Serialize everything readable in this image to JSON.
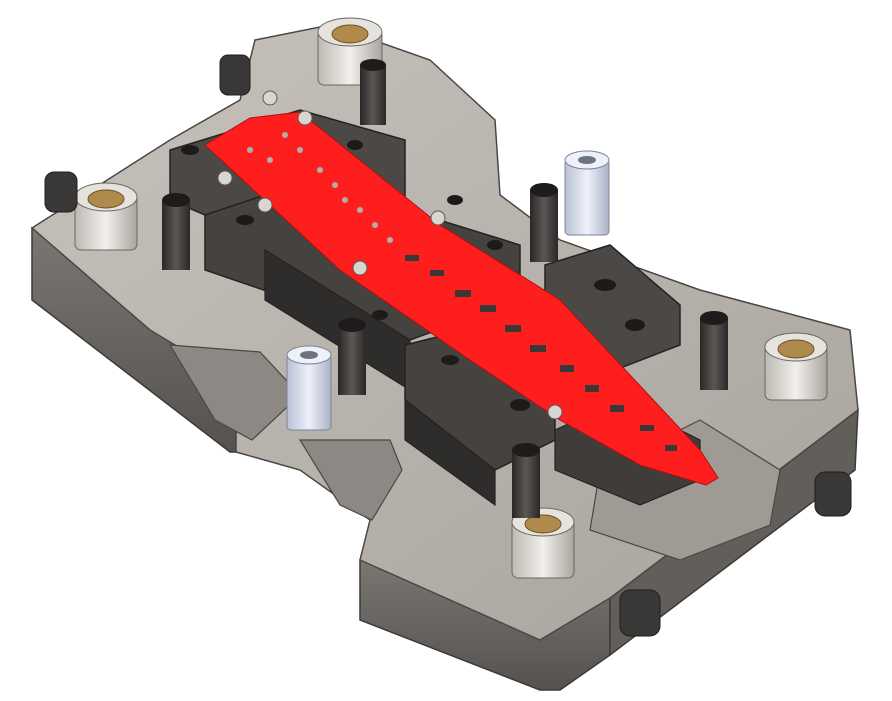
{
  "scene": {
    "subject": "progressive-stamping-die-assembly",
    "colors": {
      "background": "#ffffff",
      "plate_top": "#b9b4ae",
      "plate_side": "#6f6b67",
      "plate_edge": "#4a4744",
      "block_top": "#4b4846",
      "block_side": "#2f2d2c",
      "strip": "#ff1e1e",
      "strip_dark": "#c80f0f",
      "bushing_brass": "#b08a4a",
      "bushing_ring": "#e8e6e2",
      "guide_pin": "#d8dff0",
      "dark_part": "#3a3837"
    },
    "components": [
      "die-shoe-plate",
      "strip-material",
      "guide-bushing",
      "guide-post",
      "punch-block",
      "stop-button"
    ]
  }
}
